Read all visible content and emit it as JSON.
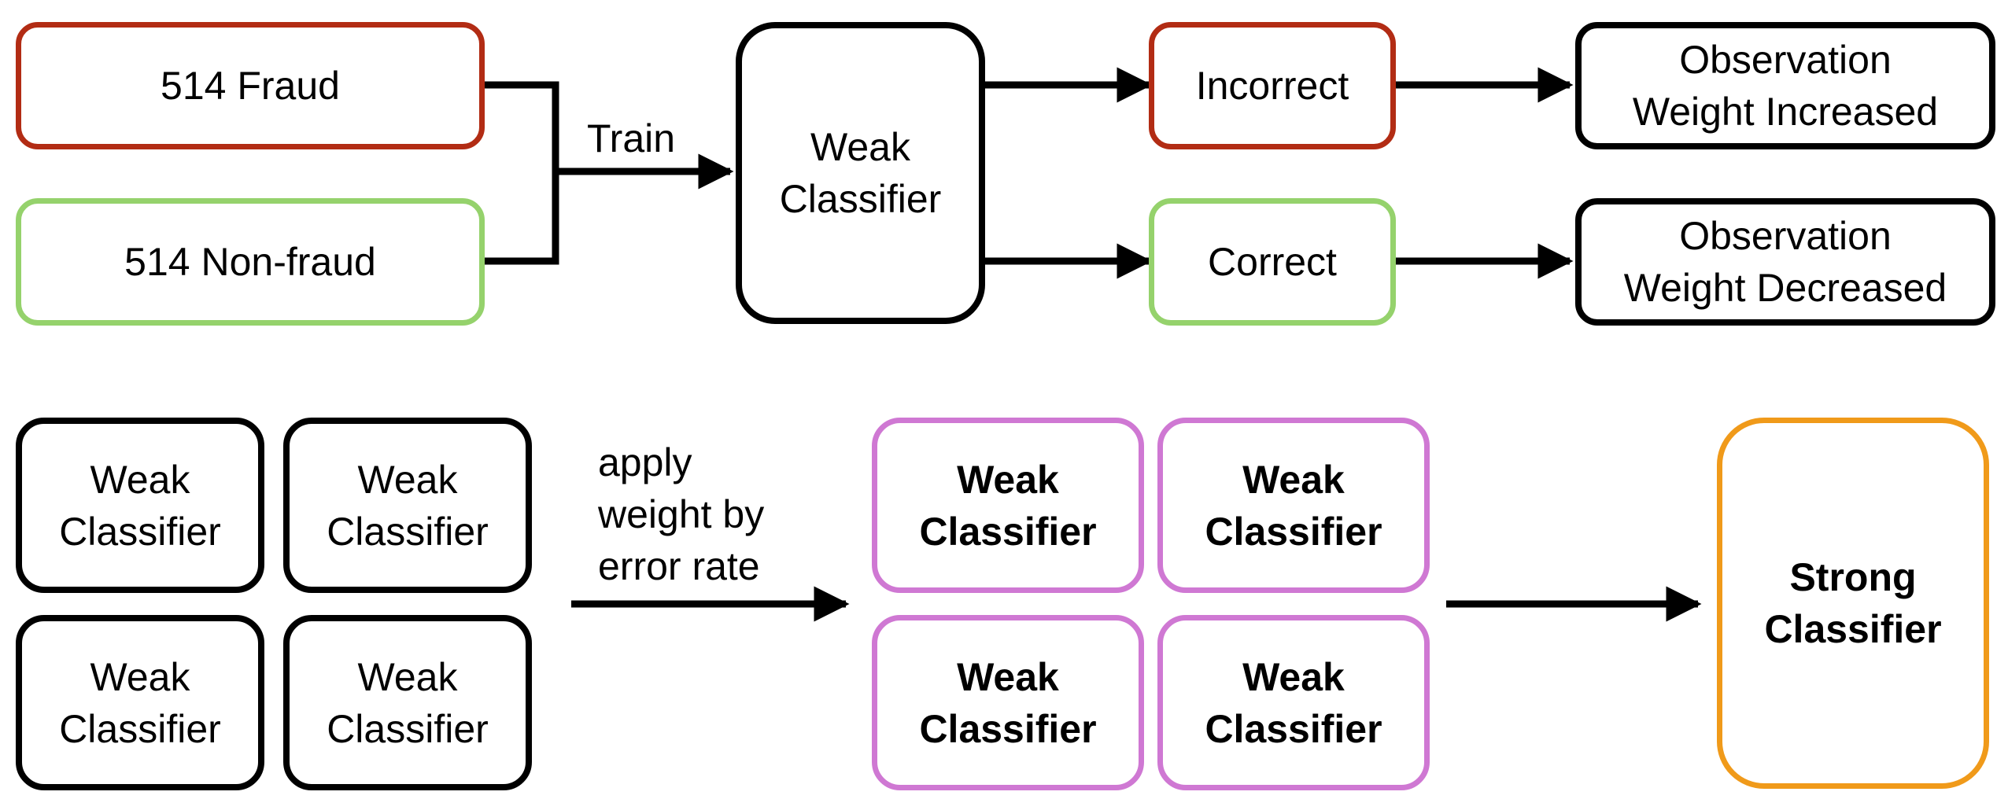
{
  "colors": {
    "fraud_red": "#b22c14",
    "nonfraud_green": "#95d26c",
    "weighted_purple": "#cf78d3",
    "strong_orange": "#f09a1a",
    "default_black": "#000000"
  },
  "top_flow": {
    "fraud_box": "514 Fraud",
    "nonfraud_box": "514 Non-fraud",
    "train_label": "Train",
    "weak_classifier": "Weak\nClassifier",
    "incorrect_box": "Incorrect",
    "correct_box": "Correct",
    "weight_increased": "Observation\nWeight Increased",
    "weight_decreased": "Observation\nWeight Decreased"
  },
  "bottom_flow": {
    "weak_grid": [
      "Weak\nClassifier",
      "Weak\nClassifier",
      "Weak\nClassifier",
      "Weak\nClassifier"
    ],
    "apply_weight_label": "apply\nweight by\nerror rate",
    "weighted_grid": [
      "Weak\nClassifier",
      "Weak\nClassifier",
      "Weak\nClassifier",
      "Weak\nClassifier"
    ],
    "strong_classifier": "Strong\nClassifier"
  }
}
